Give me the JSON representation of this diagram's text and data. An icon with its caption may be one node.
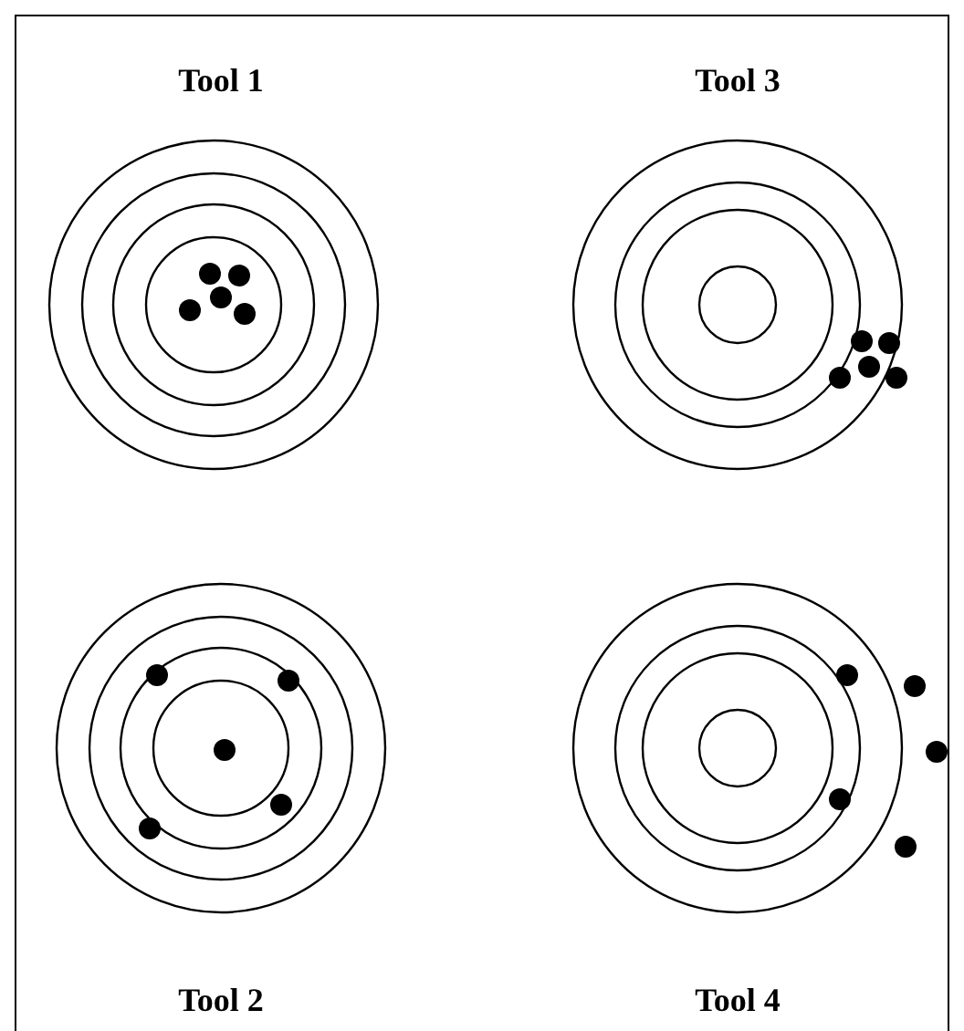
{
  "diagram": {
    "labels": [
      "Tool 1",
      "Tool 3",
      "Tool 2",
      "Tool 4"
    ]
  }
}
